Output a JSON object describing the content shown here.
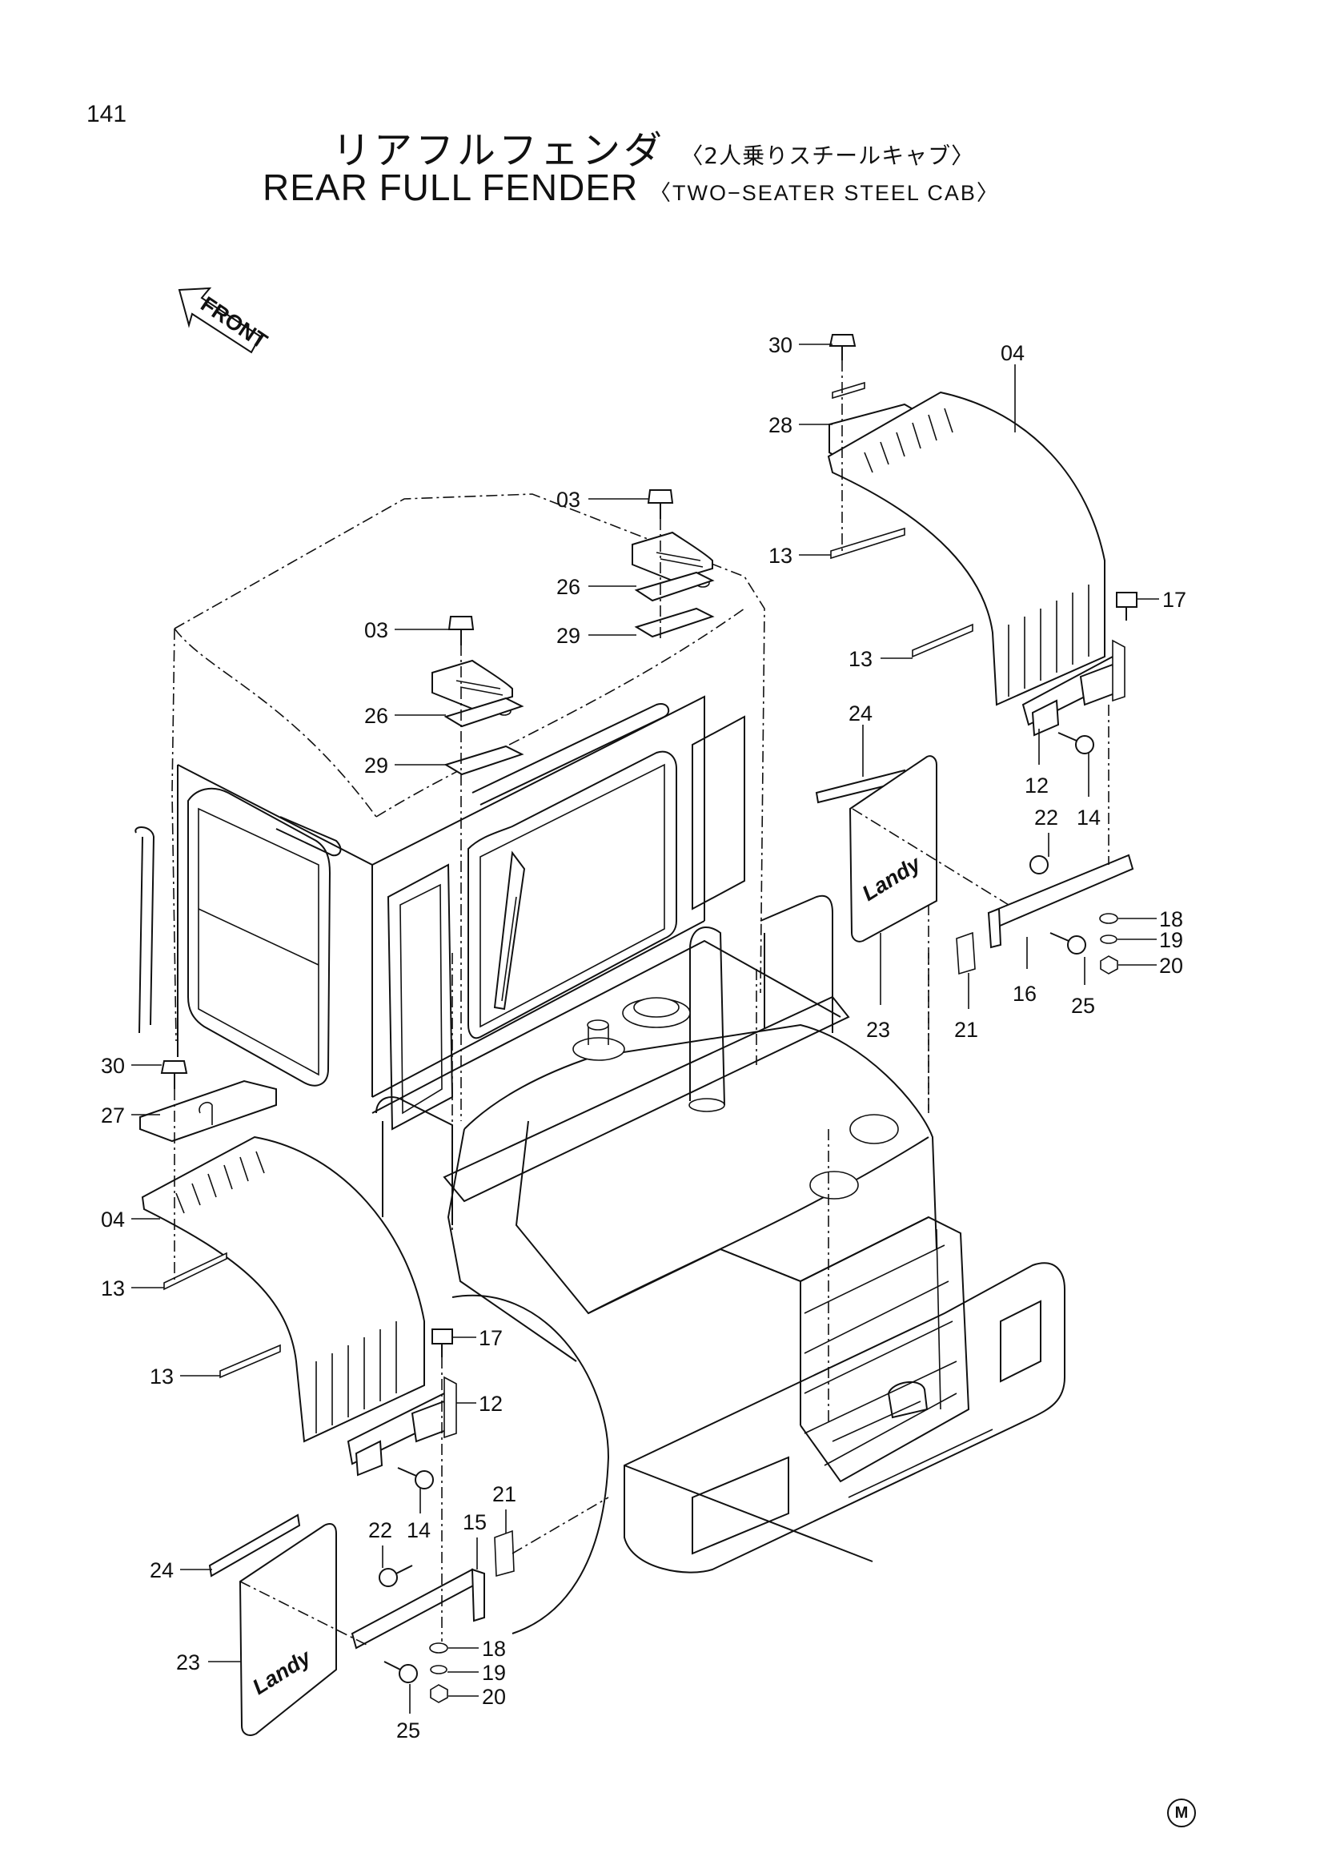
{
  "page_number": "141",
  "title_ja": "リアフルフェンダ",
  "subtitle_ja": "〈2人乗りスチールキャブ〉",
  "title_en": "REAR FULL FENDER",
  "subtitle_en": "〈TWO−SEATER STEEL CAB〉",
  "front_label": "FRONT",
  "mudflap_logo": "Landy",
  "footer_mark": "M",
  "callouts": [
    "30",
    "04",
    "28",
    "13",
    "03",
    "26",
    "29",
    "17",
    "13",
    "03",
    "26",
    "29",
    "24",
    "12",
    "14",
    "22",
    "18",
    "19",
    "20",
    "23",
    "21",
    "16",
    "25",
    "30",
    "27",
    "04",
    "13",
    "13",
    "17",
    "12",
    "14",
    "22",
    "15",
    "21",
    "24",
    "23",
    "18",
    "19",
    "20",
    "25"
  ]
}
